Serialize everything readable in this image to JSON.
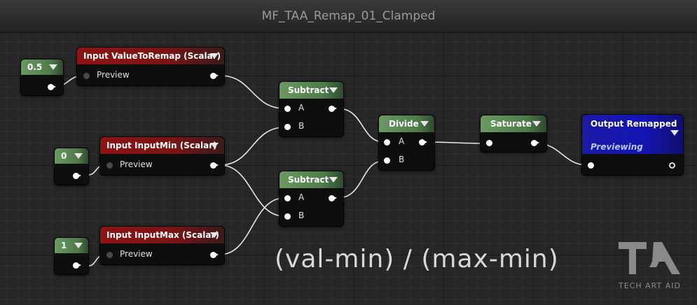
{
  "title": "MF_TAA_Remap_01_Clamped",
  "constants": [
    {
      "value": "0.5"
    },
    {
      "value": "0"
    },
    {
      "value": "1"
    }
  ],
  "inputs": [
    {
      "label": "Input ValueToRemap (Scalar)",
      "pin": "Preview"
    },
    {
      "label": "Input InputMin (Scalar)",
      "pin": "Preview"
    },
    {
      "label": "Input InputMax (Scalar)",
      "pin": "Preview"
    }
  ],
  "math_nodes": [
    {
      "label": "Subtract",
      "pin_a": "A",
      "pin_b": "B"
    },
    {
      "label": "Subtract",
      "pin_a": "A",
      "pin_b": "B"
    },
    {
      "label": "Divide",
      "pin_a": "A",
      "pin_b": "B"
    },
    {
      "label": "Saturate"
    }
  ],
  "output": {
    "label": "Output Remapped",
    "status": "Previewing"
  },
  "formula": "(val-min) / (max-min)",
  "logo": {
    "text": "TECH ART AID",
    "mark": "TA-logo-icon"
  },
  "colors": {
    "input_header": "#8c1414",
    "math_header": "#5a8a54",
    "output_header": "#1a1aa6",
    "background": "#262626"
  }
}
